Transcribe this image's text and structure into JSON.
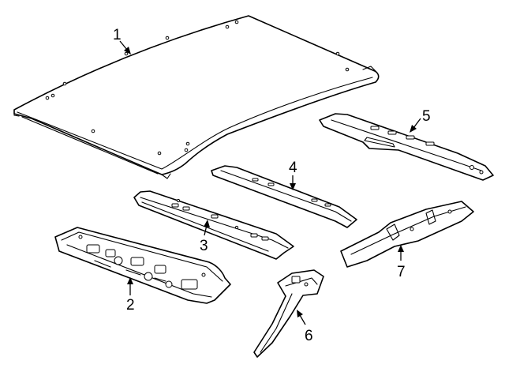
{
  "diagram": {
    "callouts": [
      {
        "label": "1"
      },
      {
        "label": "2"
      },
      {
        "label": "3"
      },
      {
        "label": "4"
      },
      {
        "label": "5"
      },
      {
        "label": "6"
      },
      {
        "label": "7"
      }
    ],
    "colors": {
      "line": "#000000",
      "background": "#ffffff"
    }
  }
}
